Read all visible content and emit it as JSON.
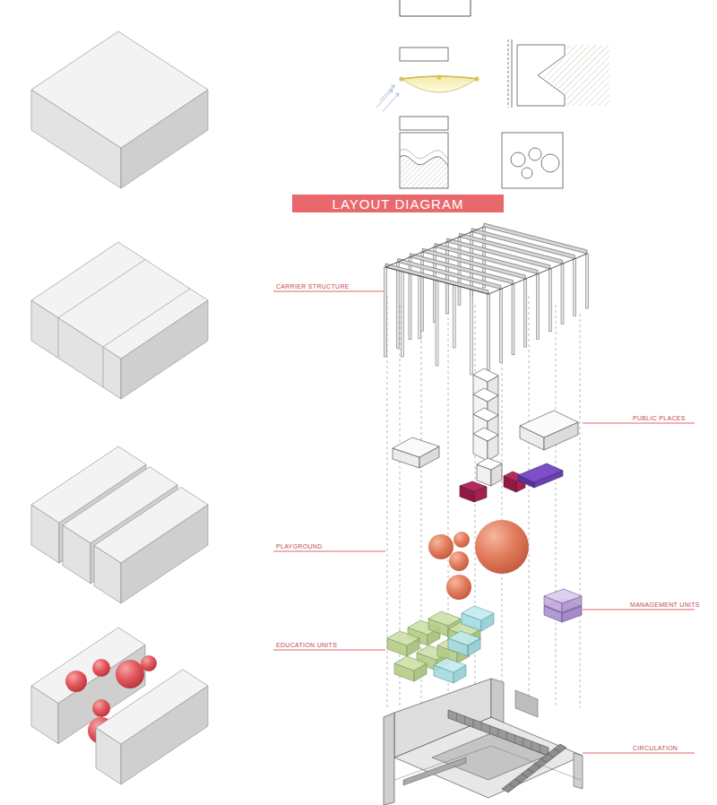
{
  "diagram": {
    "nodes": [
      {
        "text": [
          "LAYOUT DIAGRAM"
        ]
      }
    ],
    "labels": [
      "CARRIER STRUCTURE",
      "PUBLIC PLACES",
      "PLAYGROUND",
      "MANAGEMENT UNITS",
      "EDUCATION UNITS",
      "CIRCULATION"
    ]
  }
}
